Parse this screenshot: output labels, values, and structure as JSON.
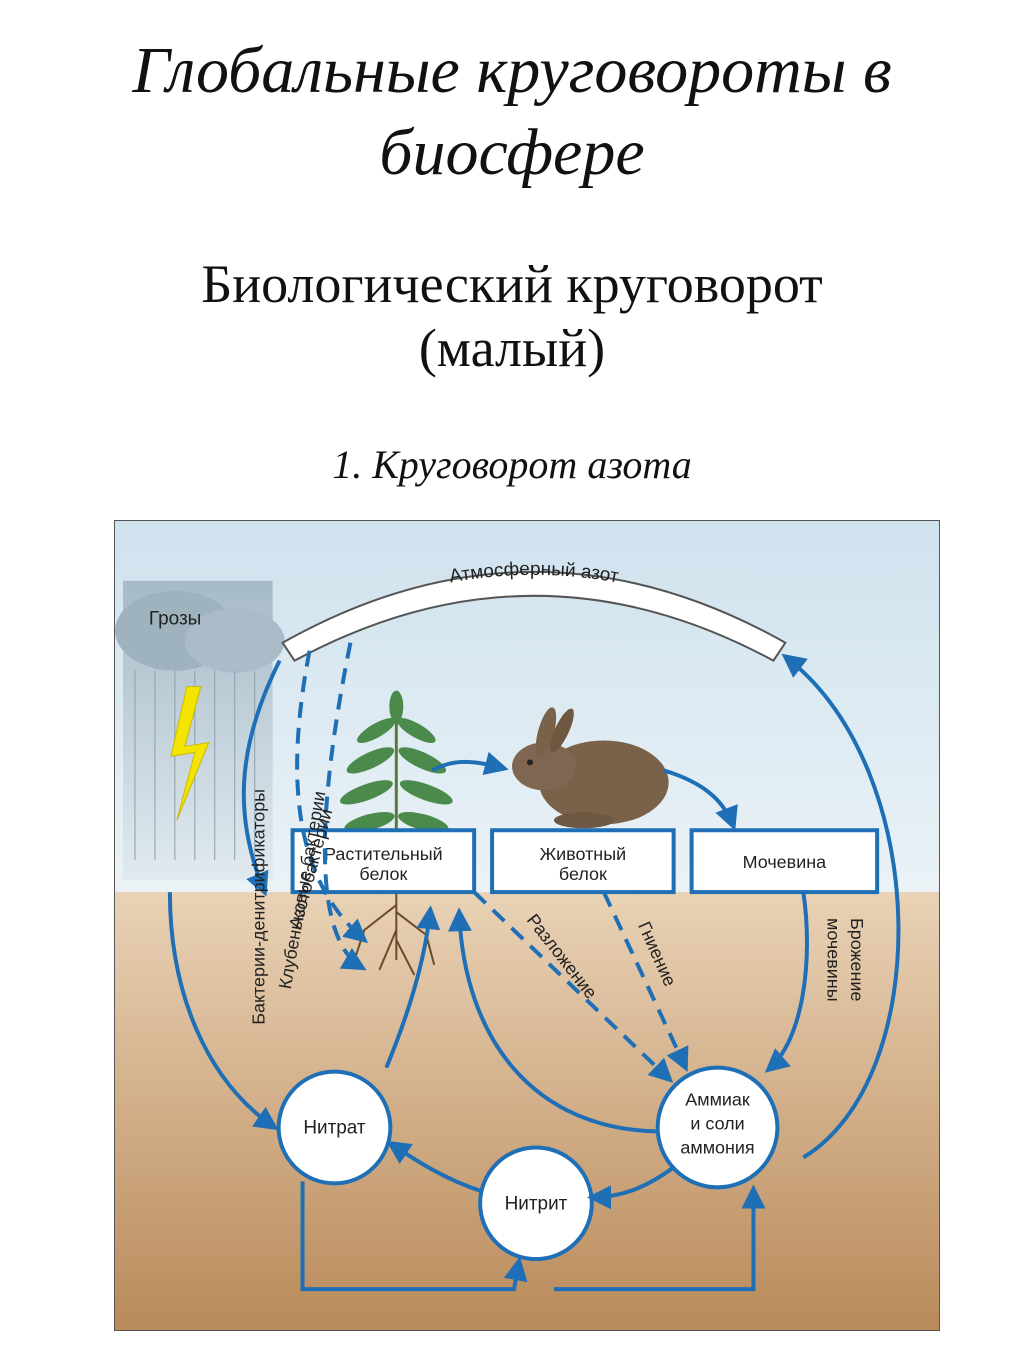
{
  "title": "Глобальные круговороты в биосфере",
  "subtitle_line1": "Биологический круговорот",
  "subtitle_line2": "(малый)",
  "section": "1. Круговорот азота",
  "diagram": {
    "atmosphere": "Атмосферный азот",
    "storms": "Грозы",
    "plant_protein_1": "Растительный",
    "plant_protein_2": "белок",
    "animal_protein_1": "Животный",
    "animal_protein_2": "белок",
    "urea": "Мочевина",
    "denitrifiers": "Бактерии-денитрификаторы",
    "nodule_bacteria": "Клубеньковые бактерии",
    "azotobacter": "Азотобактерии",
    "decomposition": "Разложение",
    "rotting": "Гниение",
    "urea_fermentation_1": "Брожение",
    "urea_fermentation_2": "мочевины",
    "ammonia_1": "Аммиак",
    "ammonia_2": "и соли",
    "ammonia_3": "аммония",
    "nitrate": "Нитрат",
    "nitrite": "Нитрит"
  },
  "colors": {
    "arrow": "#1e6fb6",
    "sky": "#dbe9f1",
    "soil": "#c49a6c",
    "box_border": "#1e6fb6"
  }
}
